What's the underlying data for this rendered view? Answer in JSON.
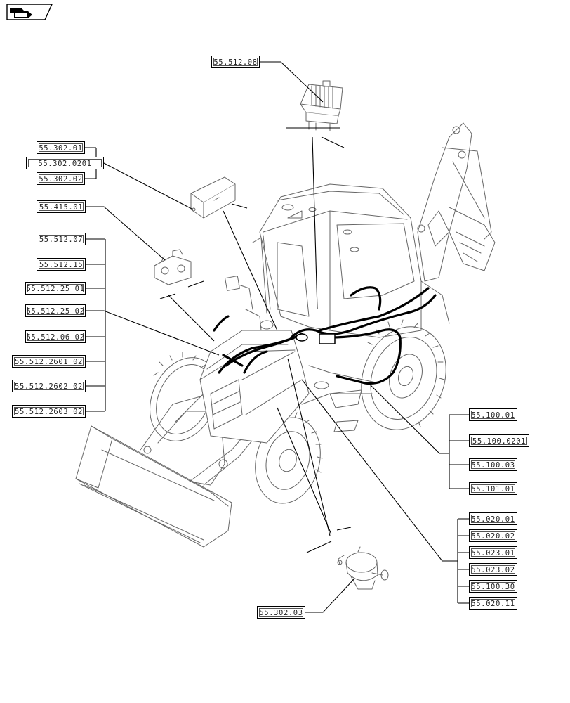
{
  "labels": {
    "l_512_08": "55.512.08",
    "l_302_01": "55.302.01",
    "l_302_0201": "55.302.0201",
    "l_302_02": "55.302.02",
    "l_415_01": "55.415.01",
    "l_512_07": "55.512.07",
    "l_512_15": "55.512.15",
    "l_512_25_01": "55.512.25 01",
    "l_512_25_02": "55.512.25 02",
    "l_512_06_02": "55.512.06 02",
    "l_512_2601_02": "55.512.2601 02",
    "l_512_2602_02": "55.512.2602 02",
    "l_512_2603_02": "55.512.2603 02",
    "l_100_01": "55.100.01",
    "l_100_0201": "55.100.0201",
    "l_100_03": "55.100.03",
    "l_101_01": "55.101.01",
    "l_020_01": "55.020.01",
    "l_020_02": "55.020.02",
    "l_023_01": "55.023.01",
    "l_023_02": "55.023.02",
    "l_100_30": "55.100.30",
    "l_020_11": "55.020.11",
    "l_302_03": "55.302.03"
  },
  "icons": {
    "nav": "book-arrow-icon"
  }
}
